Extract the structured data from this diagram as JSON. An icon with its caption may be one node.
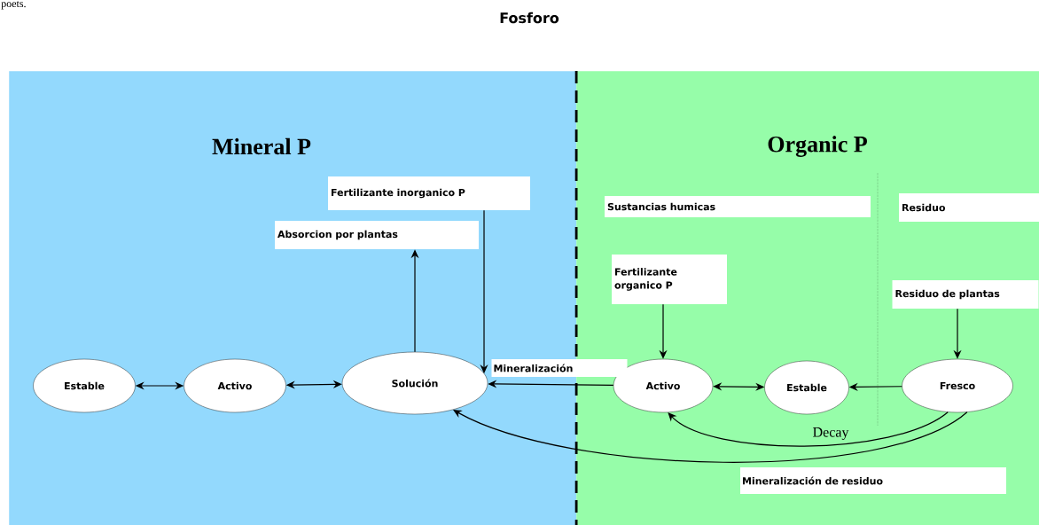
{
  "diagram": {
    "title": "Fosforo",
    "nodes": [
      {
        "text": [
          "Mineral P"
        ]
      },
      {
        "text": [
          "Organic P"
        ]
      },
      {
        "text": [
          "Estable"
        ],
        "in": 0
      },
      {
        "text": [
          "Activo"
        ],
        "in": 0
      },
      {
        "text": [
          "Solución"
        ],
        "in": 0
      },
      {
        "text": [
          "Absorcion por plantas"
        ],
        "in": 0
      },
      {
        "text": [
          "Fertilizante inorganico P"
        ],
        "in": 0
      },
      {
        "text": [
          "Sustancias humicas"
        ],
        "in": 1
      },
      {
        "text": [
          "Residuo"
        ],
        "in": 1
      },
      {
        "text": [
          "Fertilizante organico P"
        ],
        "in": 1
      },
      {
        "text": [
          "Residuo de plantas"
        ],
        "in": 1
      },
      {
        "text": [
          "Activo"
        ],
        "in": 1
      },
      {
        "text": [
          "Estable"
        ],
        "in": 1
      },
      {
        "text": [
          "Fresco"
        ],
        "in": 1
      }
    ],
    "edges": [
      {
        "from": 2,
        "to": 3,
        "arrow": "both"
      },
      {
        "from": 3,
        "to": 4,
        "arrow": "both"
      },
      {
        "from": 4,
        "to": 5,
        "arrow": "to"
      },
      {
        "from": 6,
        "to": 4,
        "arrow": "to"
      },
      {
        "from": 11,
        "to": 4,
        "arrow": "to",
        "label": "Mineralización"
      },
      {
        "from": 11,
        "to": 12,
        "arrow": "both"
      },
      {
        "from": 13,
        "to": 12,
        "arrow": "to"
      },
      {
        "from": 9,
        "to": 11,
        "arrow": "to"
      },
      {
        "from": 10,
        "to": 13,
        "arrow": "to"
      },
      {
        "from": 13,
        "to": 11,
        "arrow": "to",
        "label": "Decay"
      },
      {
        "from": 13,
        "to": 4,
        "arrow": "to",
        "label": "Mineralización de residuo"
      }
    ],
    "labels": [
      "poets."
    ]
  }
}
